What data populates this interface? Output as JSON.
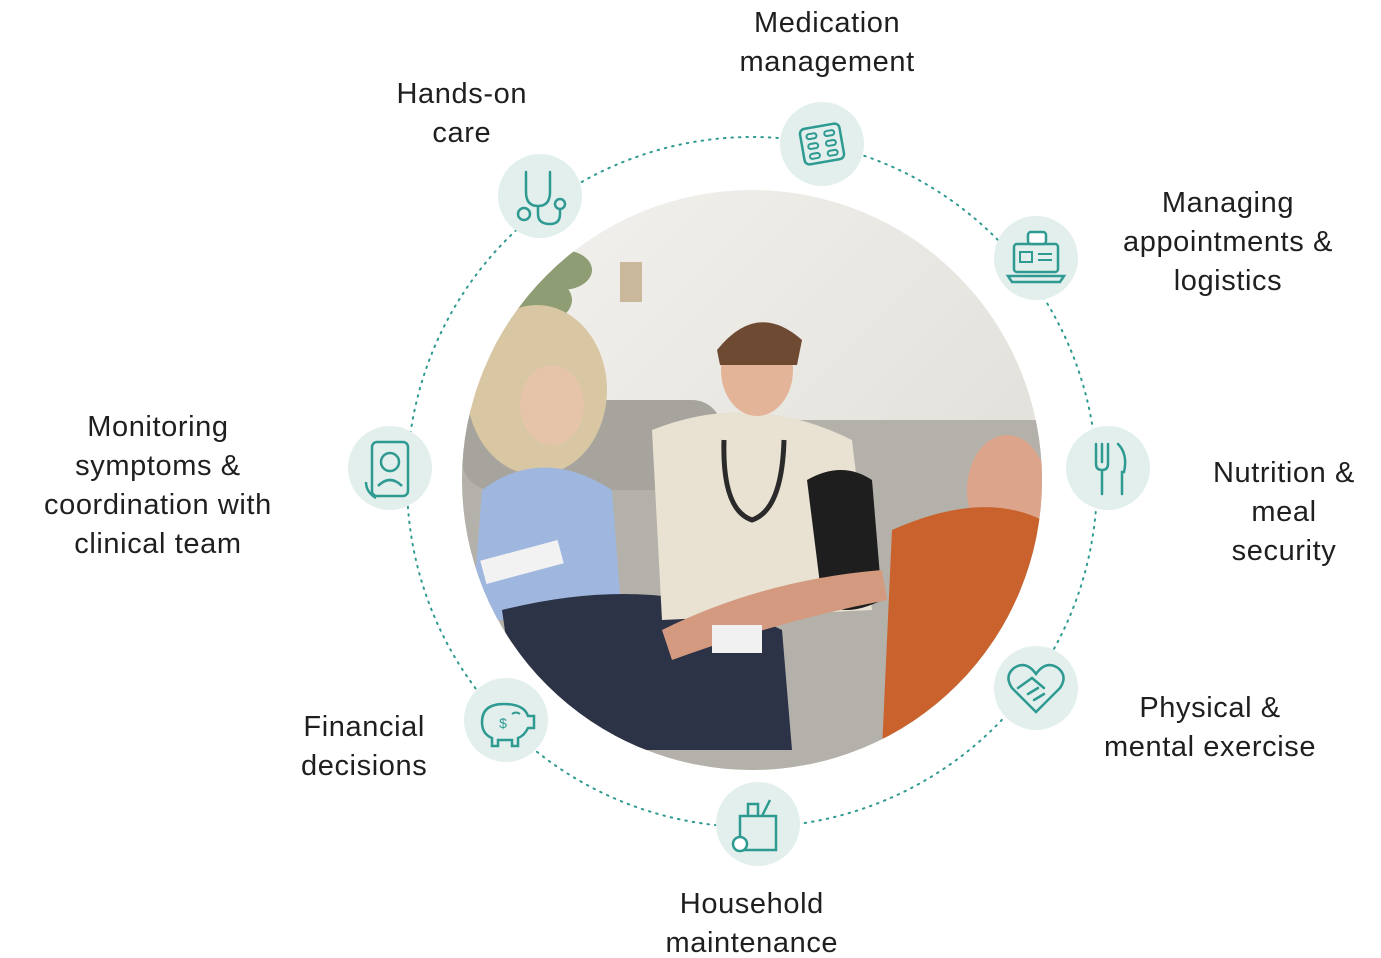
{
  "colors": {
    "teal": "#2e9a91",
    "bubble": "#e2efed",
    "text": "#1f1f1f"
  },
  "center_image": {
    "subject": "caregiver-visit-photo"
  },
  "items": [
    {
      "key": "medication",
      "icon": "pill-pack-icon",
      "lines": [
        "Medication",
        "management"
      ]
    },
    {
      "key": "appointments",
      "icon": "laptop-chat-icon",
      "lines": [
        "Managing",
        "appointments &",
        "logistics"
      ]
    },
    {
      "key": "nutrition",
      "icon": "fork-knife-icon",
      "lines": [
        "Nutrition &",
        "meal",
        "security"
      ]
    },
    {
      "key": "exercise",
      "icon": "heart-handshake-icon",
      "lines": [
        "Physical &",
        "mental exercise"
      ]
    },
    {
      "key": "household",
      "icon": "grocery-bag-icon",
      "lines": [
        "Household",
        "maintenance"
      ]
    },
    {
      "key": "financial",
      "icon": "piggy-bank-icon",
      "lines": [
        "Financial",
        "decisions"
      ]
    },
    {
      "key": "monitoring",
      "icon": "phone-video-call-icon",
      "lines": [
        "Monitoring",
        "symptoms &",
        "coordination with",
        "clinical team"
      ]
    },
    {
      "key": "handson",
      "icon": "stethoscope-icon",
      "lines": [
        "Hands-on",
        "care"
      ]
    }
  ]
}
